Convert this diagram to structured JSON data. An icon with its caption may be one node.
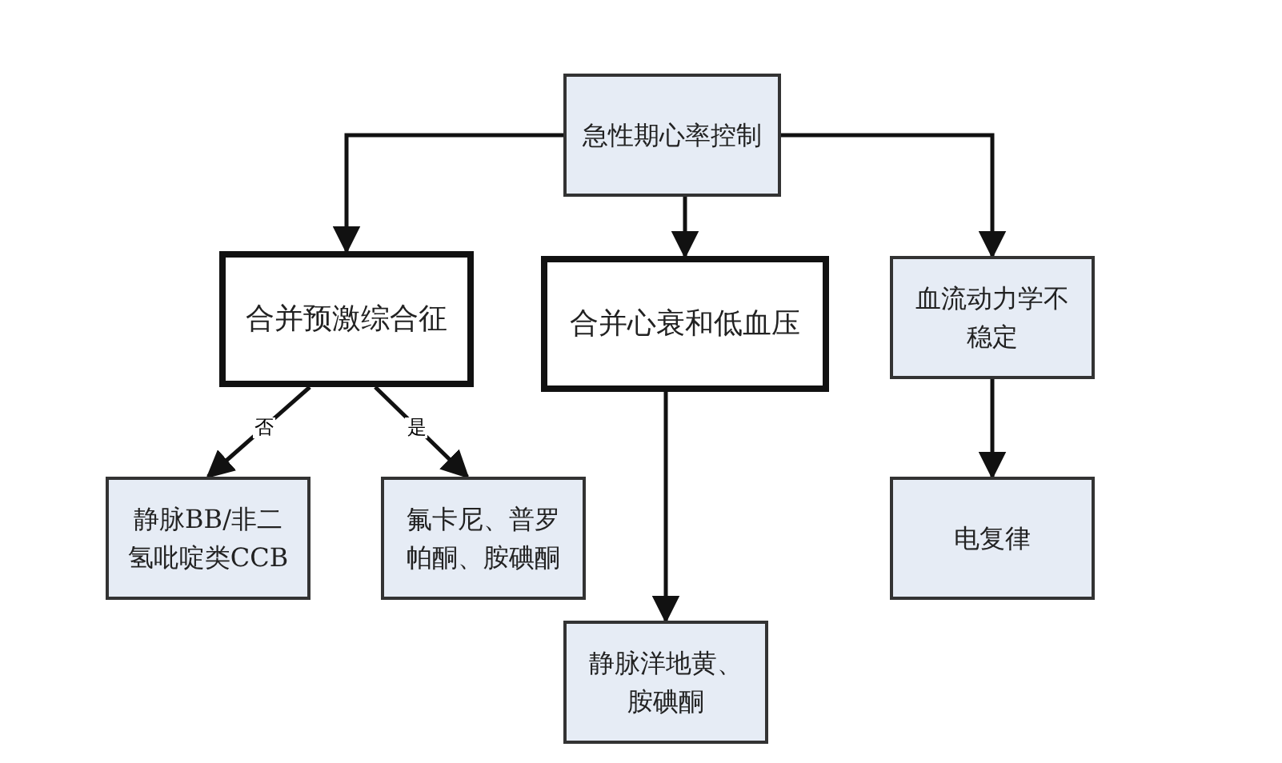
{
  "diagram": {
    "nodes": [
      {
        "text": [
          "急性期心率控制"
        ]
      },
      {
        "text": [
          "合并预激综合征"
        ]
      },
      {
        "text": [
          "合并心衰和低血压"
        ]
      },
      {
        "text": [
          "血流动力学不稳定"
        ]
      },
      {
        "text": [
          "静脉BB/非二氢吡啶类CCB"
        ]
      },
      {
        "text": [
          "氟卡尼、普罗帕酮、胺碘酮"
        ]
      },
      {
        "text": [
          "静脉洋地黄、胺碘酮"
        ]
      },
      {
        "text": [
          "电复律"
        ]
      }
    ],
    "edges": [
      {
        "from": 0,
        "to": 1,
        "arrow": "to"
      },
      {
        "from": 0,
        "to": 2,
        "arrow": "to"
      },
      {
        "from": 0,
        "to": 3,
        "arrow": "to"
      },
      {
        "from": 1,
        "to": 4,
        "arrow": "to",
        "label": "否"
      },
      {
        "from": 1,
        "to": 5,
        "arrow": "to",
        "label": "是"
      },
      {
        "from": 2,
        "to": 6,
        "arrow": "to"
      },
      {
        "from": 3,
        "to": 7,
        "arrow": "to"
      }
    ]
  }
}
